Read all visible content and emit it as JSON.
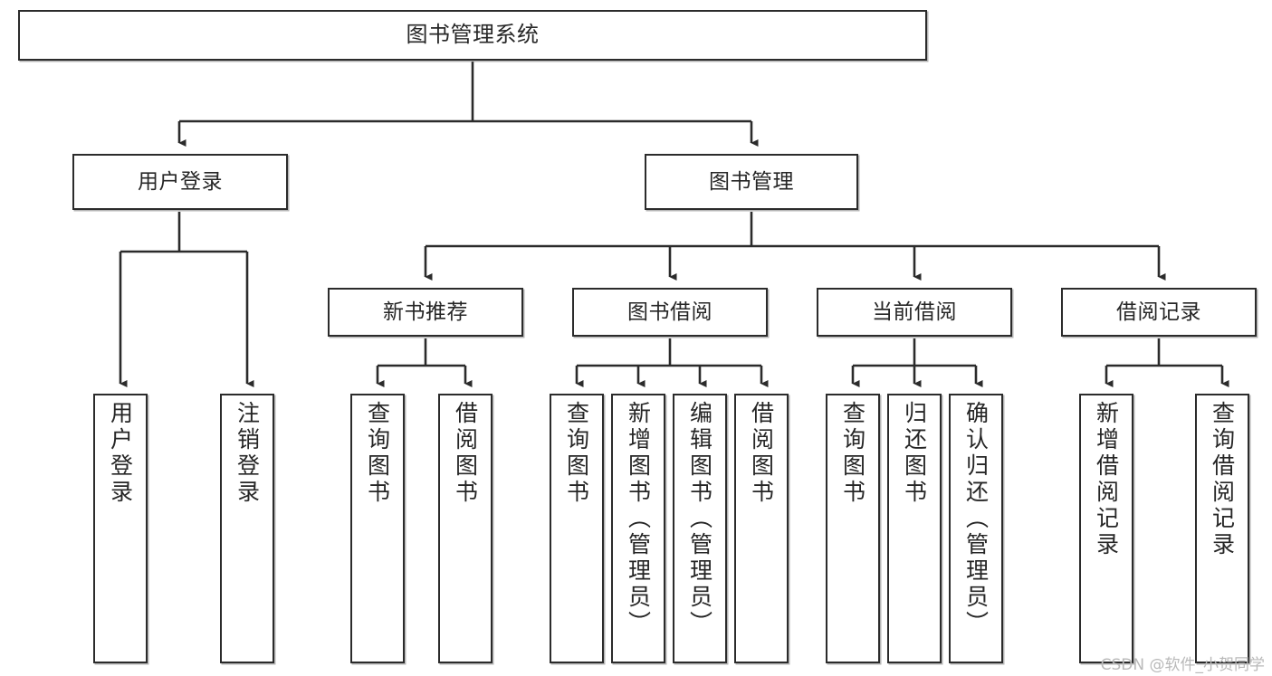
{
  "diagram": {
    "title": "图书管理系统",
    "type": "tree-hierarchy",
    "root": {
      "id": "root",
      "label": "图书管理系统"
    },
    "level2": [
      {
        "id": "user-login",
        "label": "用户登录"
      },
      {
        "id": "book-management",
        "label": "图书管理"
      }
    ],
    "level3": [
      {
        "id": "new-book-recommend",
        "label": "新书推荐",
        "parent": "book-management"
      },
      {
        "id": "book-borrow",
        "label": "图书借阅",
        "parent": "book-management"
      },
      {
        "id": "current-borrow",
        "label": "当前借阅",
        "parent": "book-management"
      },
      {
        "id": "borrow-record",
        "label": "借阅记录",
        "parent": "book-management"
      }
    ],
    "leaves": {
      "user-login": [
        {
          "id": "leaf-user-login",
          "label": "用户登录"
        },
        {
          "id": "leaf-user-logout",
          "label": "注销登录"
        }
      ],
      "new-book-recommend": [
        {
          "id": "leaf-query-book-1",
          "label": "查询图书"
        },
        {
          "id": "leaf-borrow-book-1",
          "label": "借阅图书"
        }
      ],
      "book-borrow": [
        {
          "id": "leaf-query-book-2",
          "label": "查询图书"
        },
        {
          "id": "leaf-add-book",
          "label": "新增图书（管理员）"
        },
        {
          "id": "leaf-edit-book",
          "label": "编辑图书（管理员）"
        },
        {
          "id": "leaf-borrow-book-2",
          "label": "借阅图书"
        }
      ],
      "current-borrow": [
        {
          "id": "leaf-query-book-3",
          "label": "查询图书"
        },
        {
          "id": "leaf-return-book",
          "label": "归还图书"
        },
        {
          "id": "leaf-confirm-return",
          "label": "确认归还（管理员）"
        }
      ],
      "borrow-record": [
        {
          "id": "leaf-add-record",
          "label": "新增借阅记录"
        },
        {
          "id": "leaf-query-record",
          "label": "查询借阅记录"
        }
      ]
    }
  },
  "watermark": {
    "text": "CSDN @软件_小贺同学"
  },
  "colors": {
    "stroke": "#2b2b2b",
    "node_fill": "#ffffff",
    "text": "#262626",
    "background": "#ffffff",
    "watermark": "#b9b9b9"
  }
}
